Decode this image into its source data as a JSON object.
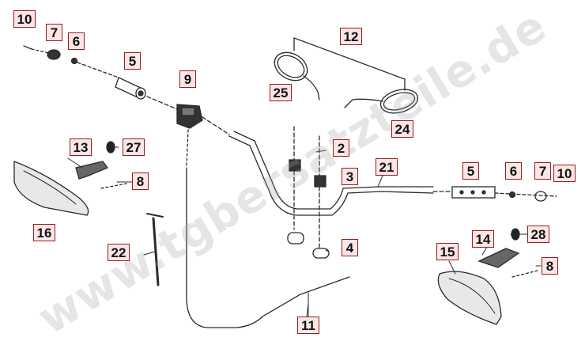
{
  "labels": {
    "l10a": "10",
    "l7a": "7",
    "l6a": "6",
    "l5a": "5",
    "l9": "9",
    "l12": "12",
    "l25": "25",
    "l24": "24",
    "l13": "13",
    "l27": "27",
    "l8a": "8",
    "l16": "16",
    "l2": "2",
    "l3": "3",
    "l21": "21",
    "l5b": "5",
    "l6b": "6",
    "l7b": "7",
    "l10b": "10",
    "l4": "4",
    "l22": "22",
    "l28": "28",
    "l14": "14",
    "l15": "15",
    "l8b": "8",
    "l11": "11"
  },
  "watermark": "www.tgbersatzteile.de",
  "colors": {
    "line": "#2a2a2a",
    "label_border": "#9a1c1c",
    "label_fill": "#fce6e6"
  }
}
